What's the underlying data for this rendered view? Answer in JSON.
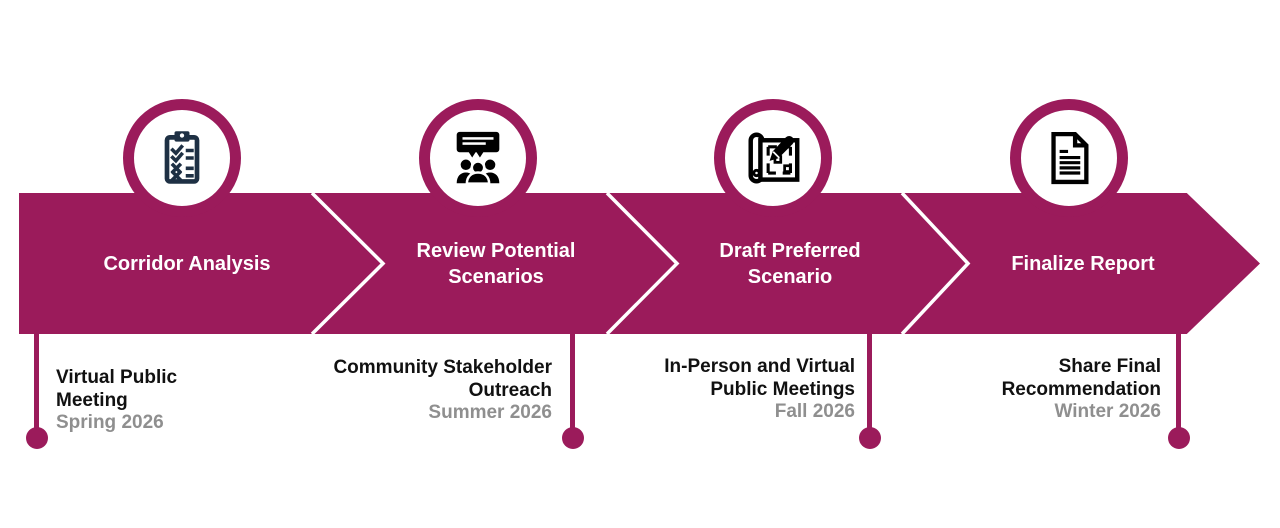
{
  "colors": {
    "band_magenta": "#9B1B5B",
    "chevron_white": "#FFFFFF",
    "title_text": "#FFFFFF",
    "label_text": "#111111",
    "date_gray": "#8F8F8F",
    "clipboard_icon_navy": "#1E3044",
    "icon_black": "#000000"
  },
  "stages": [
    {
      "title_line1": "Corridor Analysis",
      "title_line2": "",
      "icon": "clipboard-checklist-icon",
      "label_line1": "Virtual Public",
      "label_line2": "Meeting",
      "date": "Spring 2026"
    },
    {
      "title_line1": "Review Potential",
      "title_line2": "Scenarios",
      "icon": "audience-discussion-icon",
      "label_line1": "Community Stakeholder",
      "label_line2": "Outreach",
      "date": "Summer 2026"
    },
    {
      "title_line1": "Draft Preferred",
      "title_line2": "Scenario",
      "icon": "blueprint-pencil-icon",
      "label_line1": "In-Person and Virtual",
      "label_line2": "Public Meetings",
      "date": "Fall 2026"
    },
    {
      "title_line1": "Finalize Report",
      "title_line2": "",
      "icon": "report-document-icon",
      "label_line1": "Share Final",
      "label_line2": "Recommendation",
      "date": "Winter 2026"
    }
  ]
}
